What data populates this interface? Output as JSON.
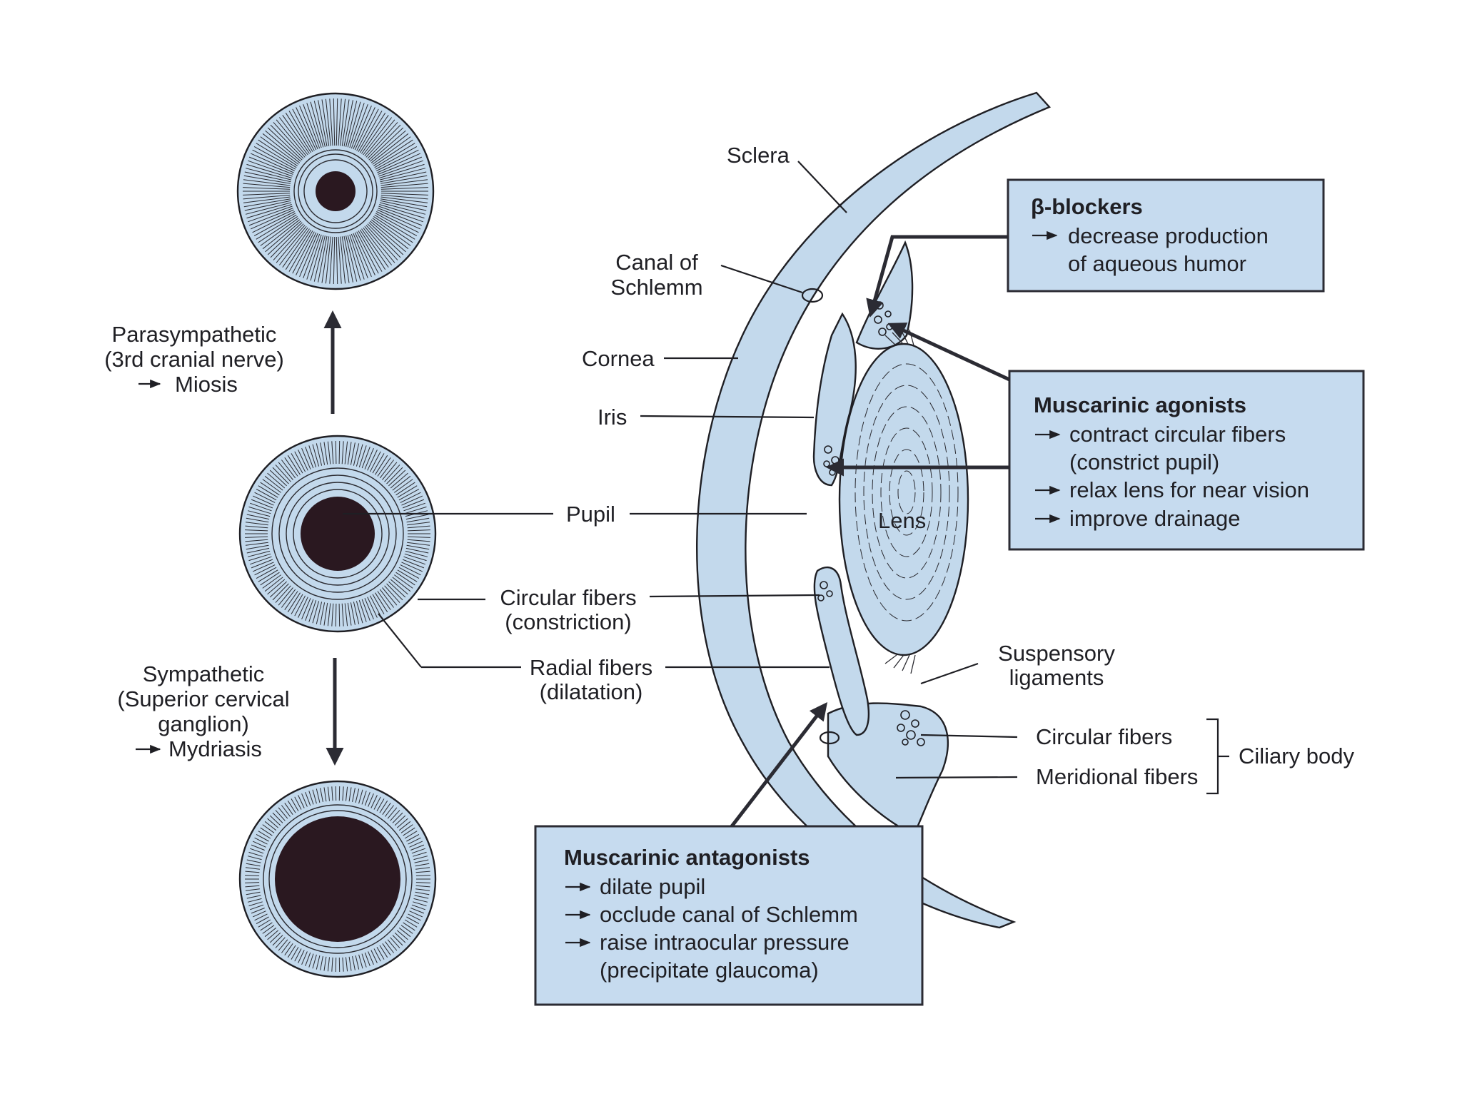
{
  "diagram": {
    "left": {
      "parasympathetic": [
        "Parasympathetic",
        "(3rd cranial nerve)",
        "Miosis"
      ],
      "sympathetic": [
        "Sympathetic",
        "(Superior cervical",
        "ganglion)",
        "Mydriasis"
      ]
    },
    "labels": {
      "sclera": "Sclera",
      "canal": [
        "Canal of",
        "Schlemm"
      ],
      "cornea": "Cornea",
      "iris": "Iris",
      "pupil": "Pupil",
      "circular_fibers": [
        "Circular fibers",
        "(constriction)"
      ],
      "radial_fibers": [
        "Radial fibers",
        "(dilatation)"
      ],
      "lens": "Lens",
      "suspensory": [
        "Suspensory",
        "ligaments"
      ],
      "ciliary_circular": "Circular fibers",
      "ciliary_meridional": "Meridional fibers",
      "ciliary_body": "Ciliary body"
    },
    "boxes": {
      "beta_blockers": {
        "title": "β-blockers",
        "lines": [
          "decrease production",
          "of aqueous humor"
        ]
      },
      "muscarinic_agonists": {
        "title": "Muscarinic agonists",
        "lines": [
          "contract circular fibers",
          "(constrict pupil)",
          "relax lens for near vision",
          "improve drainage"
        ]
      },
      "muscarinic_antagonists": {
        "title": "Muscarinic antagonists",
        "lines": [
          "dilate pupil",
          "occlude canal of Schlemm",
          "raise intraocular pressure",
          "(precipitate glaucoma)"
        ]
      }
    },
    "colors": {
      "tissue": "#c3d9ec",
      "box": "#c6dbef",
      "pupil": "#2a1820",
      "ink": "#1f1f24"
    }
  }
}
